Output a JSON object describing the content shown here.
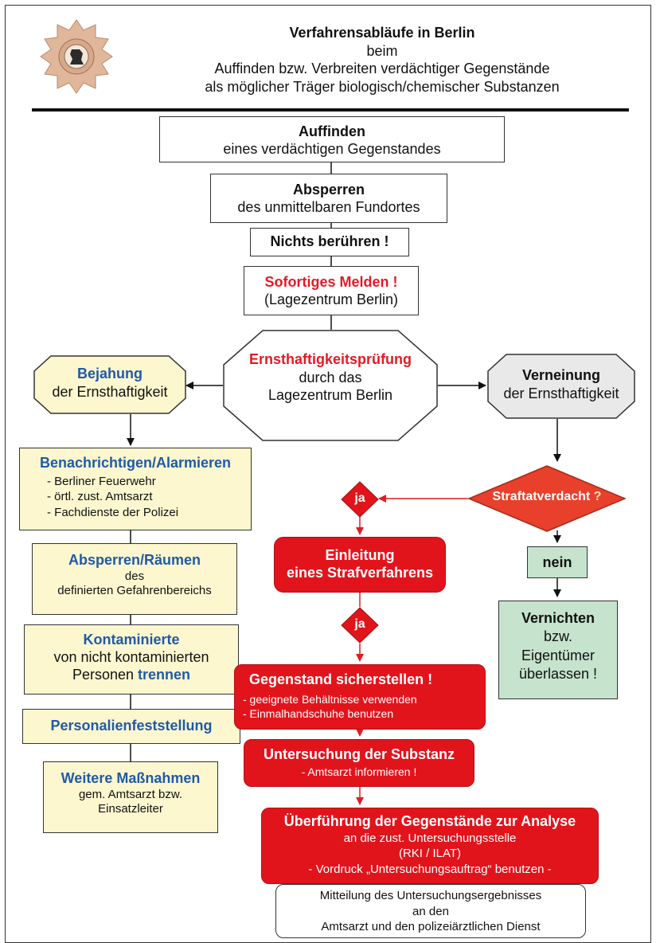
{
  "header": {
    "title": "Verfahrensabläufe in Berlin",
    "line2": "beim",
    "line3": "Auffinden bzw. Verbreiten verdächtiger Gegenstände",
    "line4": "als möglicher Träger biologisch/chemischer Substanzen"
  },
  "logo": {
    "icon": "berlin-police-star-seal-icon"
  },
  "steps": {
    "auffinden": {
      "title": "Auffinden",
      "text": "eines verdächtigen Gegenstandes"
    },
    "absperren": {
      "title": "Absperren",
      "text": "des unmittelbaren Fundortes"
    },
    "nicht_beruehren": {
      "title": "Nichts berühren !"
    },
    "melden": {
      "title": "Sofortiges Melden !",
      "text": "(Lagezentrum Berlin)"
    },
    "pruefung": {
      "title": "Ernsthaftigkeitsprüfung",
      "line2": "durch das",
      "line3": "Lagezentrum Berlin"
    }
  },
  "left": {
    "bejahung": {
      "title": "Bejahung",
      "text": "der Ernsthaftigkeit"
    },
    "benachrichtigen": {
      "title": "Benachrichtigen/Alarmieren",
      "items": [
        "- Berliner Feuerwehr",
        "- örtl. zust. Amtsarzt",
        "- Fachdienste der Polizei"
      ]
    },
    "raeumen": {
      "title": "Absperren/Räumen",
      "line2": "des",
      "line3": "definierten Gefahrenbereichs"
    },
    "trennen": {
      "title": "Kontaminierte",
      "line2": "von nicht kontaminierten",
      "line3a": "Personen ",
      "line3b": "trennen"
    },
    "personalien": {
      "title": "Personalienfeststellung"
    },
    "weitere": {
      "title": "Weitere Maßnahmen",
      "line2": "gem. Amtsarzt bzw.",
      "line3": "Einsatzleiter"
    }
  },
  "right": {
    "verneinung": {
      "title": "Verneinung",
      "text": "der Ernsthaftigkeit"
    },
    "verdacht": {
      "label": "Straftatverdacht",
      "q": " ?"
    },
    "nein": {
      "label": "nein"
    },
    "vernichten": {
      "title": "Vernichten",
      "line2": "bzw.",
      "line3": "Eigentümer",
      "line4": "überlassen !"
    }
  },
  "center": {
    "ja1": "ja",
    "ja2": "ja",
    "einleitung": {
      "line1": "Einleitung",
      "line2": "eines Strafverfahrens"
    },
    "sicherstellen": {
      "title": "Gegenstand sicherstellen !",
      "items": [
        "- geeignete Behältnisse verwenden",
        "- Einmalhandschuhe benutzen"
      ]
    },
    "untersuchung": {
      "title": "Untersuchung der Substanz",
      "text": "- Amtsarzt informieren !"
    },
    "ueberfuehrung": {
      "title": "Überführung der Gegenstände zur Analyse",
      "line2": "an die zust. Untersuchungsstelle",
      "line3": "(RKI / ILAT)",
      "line4": "- Vordruck „Untersuchungsauftrag“ benutzen -"
    },
    "mitteilung": {
      "line1": "Mitteilung des Untersuchungsergebnisses",
      "line2": "an den",
      "line3": "Amtsarzt und den polizeiärztlichen Dienst"
    }
  },
  "colors": {
    "red": "#e31b23",
    "blue": "#1f5aa8",
    "yellow": "#fdf7cf",
    "green": "#c6e3cd",
    "octagon_grey": "#e9e9e9"
  }
}
